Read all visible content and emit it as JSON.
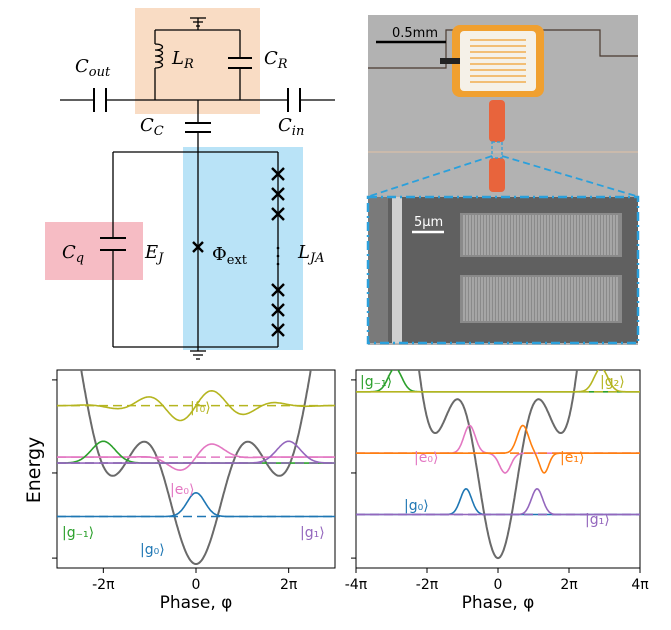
{
  "circuit": {
    "c_out": "C",
    "c_out_sub": "out",
    "l_r": "L",
    "l_r_sub": "R",
    "c_r": "C",
    "c_r_sub": "R",
    "c_c": "C",
    "c_c_sub": "C",
    "c_in": "C",
    "c_in_sub": "in",
    "c_q": "C",
    "c_q_sub": "q",
    "e_j": "E",
    "e_j_sub": "J",
    "phi": "Φ",
    "phi_sub": "ext",
    "l_ja": "L",
    "l_ja_sub": "JA",
    "colors": {
      "resonator_box": "#f9dcc4",
      "array_box": "#b9e3f7",
      "cq_box": "#f6bcc4"
    }
  },
  "micrograph": {
    "scale_top": "0.5mm",
    "scale_bottom": "5μm",
    "colors": {
      "frame": "#2aa0dc",
      "pad": "#f0a030",
      "junction": "#e8643c"
    }
  },
  "chart_data": [
    {
      "type": "line",
      "ylabel": "Energy",
      "xlabel": "Phase, φ",
      "x_ticks": [
        "-2π",
        "0",
        "2π"
      ],
      "xlim": [
        "-3π",
        "3π"
      ],
      "levels": [
        {
          "label": "|f₀⟩",
          "color": "#b5b520",
          "energy": 0.82
        },
        {
          "label": "|e₀⟩",
          "color": "#e377c2",
          "energy": 0.56
        },
        {
          "label": "|g₋₁⟩",
          "color": "#2ca02c",
          "energy": 0.53
        },
        {
          "label": "|g₁⟩",
          "color": "#9467bd",
          "energy": 0.53
        },
        {
          "label": "|g₀⟩",
          "color": "#1f77b4",
          "energy": 0.26
        }
      ]
    },
    {
      "type": "line",
      "xlabel": "Phase, φ",
      "x_ticks": [
        "-4π",
        "-2π",
        "0",
        "2π",
        "4π"
      ],
      "xlim": [
        "-4π",
        "4π"
      ],
      "levels": [
        {
          "label": "|g₋₁⟩",
          "color": "#2ca02c",
          "energy": 0.89
        },
        {
          "label": "|g₂⟩",
          "color": "#b5b520",
          "energy": 0.89
        },
        {
          "label": "|e₀⟩",
          "color": "#e377c2",
          "energy": 0.58
        },
        {
          "label": "|e₁⟩",
          "color": "#ff7f0e",
          "energy": 0.58
        },
        {
          "label": "|g₀⟩",
          "color": "#1f77b4",
          "energy": 0.27
        },
        {
          "label": "|g₁⟩",
          "color": "#9467bd",
          "energy": 0.27
        }
      ]
    }
  ]
}
